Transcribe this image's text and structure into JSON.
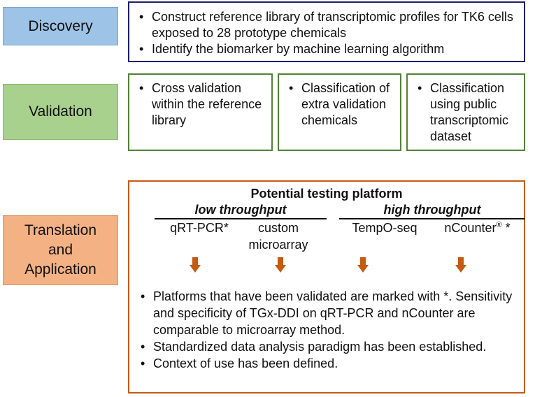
{
  "stages": {
    "discovery": "Discovery",
    "validation": "Validation",
    "translation": "Translation and Application",
    "translation_lines": [
      "Translation",
      "and",
      "Application"
    ]
  },
  "discovery_bullets": [
    "Construct reference library of transcriptomic profiles for TK6 cells exposed to 28 prototype chemicals",
    "Identify the biomarker by machine learning algorithm"
  ],
  "validation_bullets": [
    "Cross validation within the reference library",
    "Classification of extra validation chemicals",
    "Classification using public transcriptomic dataset"
  ],
  "platform": {
    "title": "Potential testing platform",
    "low_label": "low throughput",
    "high_label": "high throughput",
    "low": [
      "qRT-PCR*",
      "custom microarray"
    ],
    "high_tempo": "TempO-seq",
    "high_ncounter": "nCounter",
    "high_ncounter_sup": "®",
    "high_ncounter_suffix": " *"
  },
  "application_bullets": [
    "Platforms that have been validated are marked with *. Sensitivity and specificity of TGx-DDI on qRT-PCR and nCounter are comparable to microarray method.",
    "Standardized data analysis paradigm has been established.",
    "Context of use has been defined."
  ],
  "bullet_glyph": "•",
  "colors": {
    "discovery_fill": "#9dc3e6",
    "validation_fill": "#a9d18e",
    "translation_fill": "#f4b183",
    "discovery_border": "#1f1f6b",
    "validation_border": "#538135",
    "translation_border": "#c55a11",
    "arrow": "#c55a11"
  },
  "icons": [
    "down-arrow-icon"
  ]
}
